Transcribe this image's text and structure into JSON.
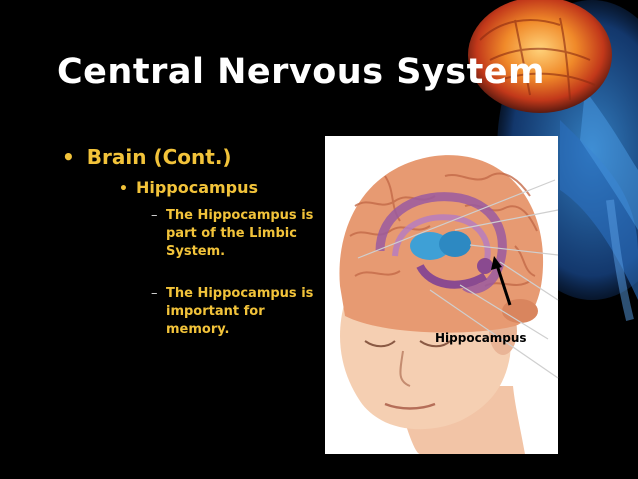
{
  "slide": {
    "title": "Central Nervous System",
    "bullet1": "Brain (Cont.)",
    "bullet2": "Hippocampus",
    "points": [
      "The Hippocampus is part of the Limbic System.",
      "The Hippocampus is important for memory."
    ],
    "bullet_glyph": "•",
    "dash_glyph": "–"
  },
  "diagram": {
    "label": "Hippocampus"
  },
  "colors": {
    "background": "#000000",
    "title": "#ffffff",
    "bullet_text": "#f2c33a",
    "diagram_background": "#ffffff"
  }
}
